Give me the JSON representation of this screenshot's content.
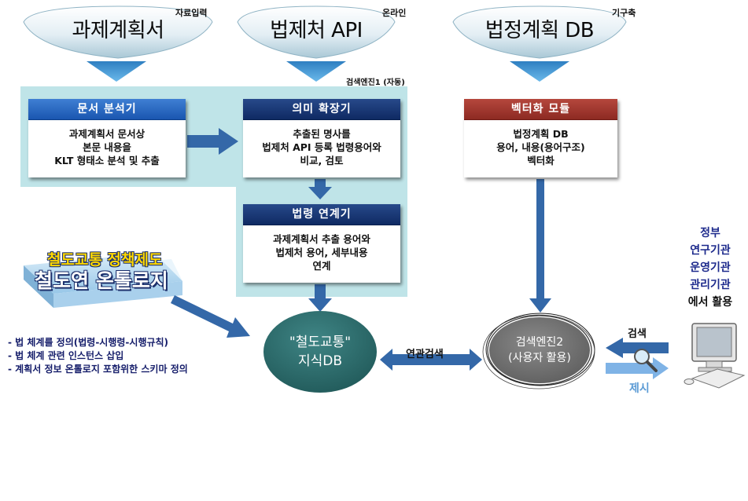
{
  "sources": [
    {
      "title": "과제계획서",
      "tag": "자료입력"
    },
    {
      "title": "법제처 API",
      "tag": "온라인"
    },
    {
      "title": "법정계획 DB",
      "tag": "기구축"
    }
  ],
  "engine1_label": "검색엔진1 (자동)",
  "modules": {
    "doc_analyzer": {
      "header": "문서 분석기",
      "lines": [
        "과제계획서 문서상",
        "본문 내용을",
        "KLT 형태소 분석 및 추출"
      ]
    },
    "semantic_expander": {
      "header": "의미 확장기",
      "lines": [
        "추출된 명사를",
        "법제처 API 등록 법령용어와",
        "비교, 검토"
      ]
    },
    "vectorizer": {
      "header": "벡터화 모듈",
      "lines": [
        "법정계획 DB",
        "용어, 내용(용어구조)",
        "벡터화"
      ]
    },
    "law_linker": {
      "header": "법령 연계기",
      "lines": [
        "과제계획서 추출 용어와",
        "법제처 용어, 세부내용",
        "연계"
      ]
    }
  },
  "ontology": {
    "subtitle": "철도교통 정책제도",
    "title": "철도연 온톨로지",
    "bullets": [
      "- 법 체계를 정의(법령-시행령-시행규칙)",
      "- 법 체계 관련 인스턴스 삽입",
      "- 계획서 정보 온톨로지 포함위한 스키마 정의"
    ]
  },
  "knowledge_db": {
    "line1": "\"철도교통\"",
    "line2": "지식DB"
  },
  "related_search": "연관검색",
  "engine2": {
    "line1": "검색엔진2",
    "line2": "(사용자 활용)"
  },
  "search_label": "검색",
  "present_label": "제시",
  "users": {
    "lines": [
      "정부",
      "연구기관",
      "운영기관",
      "관리기관"
    ],
    "suffix": "에서 활용"
  },
  "colors": {
    "highlight_bg": "#bfe4e8",
    "header_blue": "#1a56b0",
    "header_navy": "#0f2a63",
    "header_red": "#8d2a22",
    "arrow_blue": "#3468a8",
    "arrow_light": "#5b9bd5",
    "db_teal": "#2b6b6b",
    "engine_gray": "#7a7a7a"
  }
}
